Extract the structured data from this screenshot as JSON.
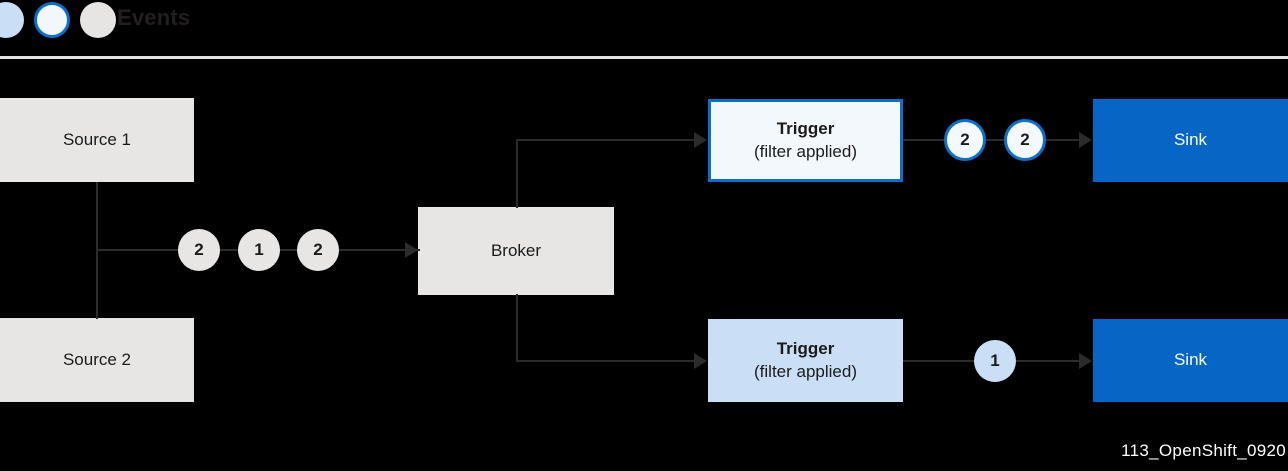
{
  "header": {
    "title": "Events",
    "legend": [
      {
        "name": "legend-dot-lightblue",
        "color": "#cadff5"
      },
      {
        "name": "legend-dot-white-outlined",
        "color": "#f2f7fb",
        "border": "#0b6fce"
      },
      {
        "name": "legend-dot-gray",
        "color": "#e6e5e4"
      }
    ]
  },
  "colors": {
    "background": "#000000",
    "box_gray": "#e7e6e5",
    "accent_blue": "#0b6fce",
    "sink_blue": "#0665c5",
    "light_blue": "#cadff5",
    "line": "#2b2b2b",
    "rule": "#e3e3e3",
    "caption_text": "#ffffff"
  },
  "nodes": {
    "source1": {
      "label": "Source 1"
    },
    "source2": {
      "label": "Source 2"
    },
    "broker": {
      "label": "Broker"
    },
    "trigger_top": {
      "title": "Trigger",
      "subtitle": "(filter applied)"
    },
    "trigger_bottom": {
      "title": "Trigger",
      "subtitle": "(filter applied)"
    },
    "sink_top": {
      "label": "Sink"
    },
    "sink_bottom": {
      "label": "Sink"
    }
  },
  "badges": {
    "source_to_broker": [
      "2",
      "1",
      "2"
    ],
    "trigger_top_to_sink": [
      "2",
      "2"
    ],
    "trigger_bottom_to_sink": [
      "1"
    ]
  },
  "caption": "113_OpenShift_0920"
}
